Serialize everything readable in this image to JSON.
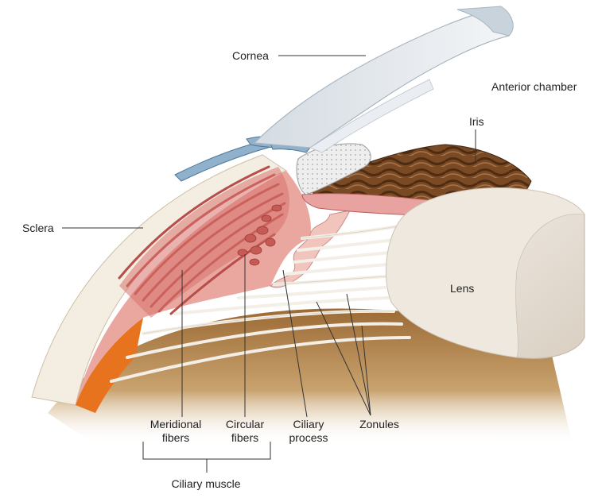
{
  "labels": {
    "cornea": "Cornea",
    "anterior_chamber": "Anterior chamber",
    "iris": "Iris",
    "sclera": "Sclera",
    "lens": "Lens",
    "meridional": [
      "Meridional",
      "fibers"
    ],
    "circular": [
      "Circular",
      "fibers"
    ],
    "ciliary_process": [
      "Ciliary",
      "process"
    ],
    "zonules": "Zonules",
    "ciliary_muscle": "Ciliary muscle"
  },
  "colors": {
    "cornea": "#dfe5ea",
    "sclera": "#f4eee2",
    "muscle": "#d9736d",
    "muscle_fiber": "#b94d4a",
    "iris": "#7a4a25",
    "lens": "#ebe5dc",
    "zonule": "#f3efe6",
    "choroid": "#b07a3f",
    "vessel": "#8fb1cc",
    "retina_orange": "#e8731f"
  }
}
